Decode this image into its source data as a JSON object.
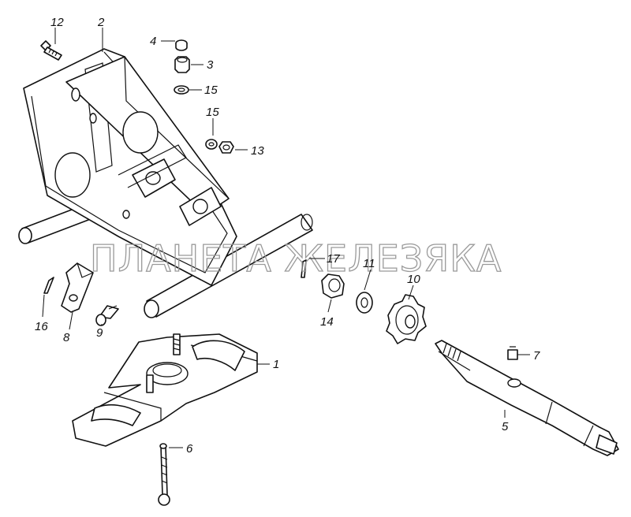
{
  "watermark": "ПЛАНЕТА ЖЕЛЕЗЯКА",
  "callouts": {
    "c1": "1",
    "c2": "2",
    "c3": "3",
    "c4": "4",
    "c5": "5",
    "c6": "6",
    "c7": "7",
    "c8": "8",
    "c9": "9",
    "c10": "10",
    "c11": "11",
    "c12": "12",
    "c13": "13",
    "c14": "14",
    "c15a": "15",
    "c15b": "15",
    "c16": "16",
    "c17": "17"
  }
}
